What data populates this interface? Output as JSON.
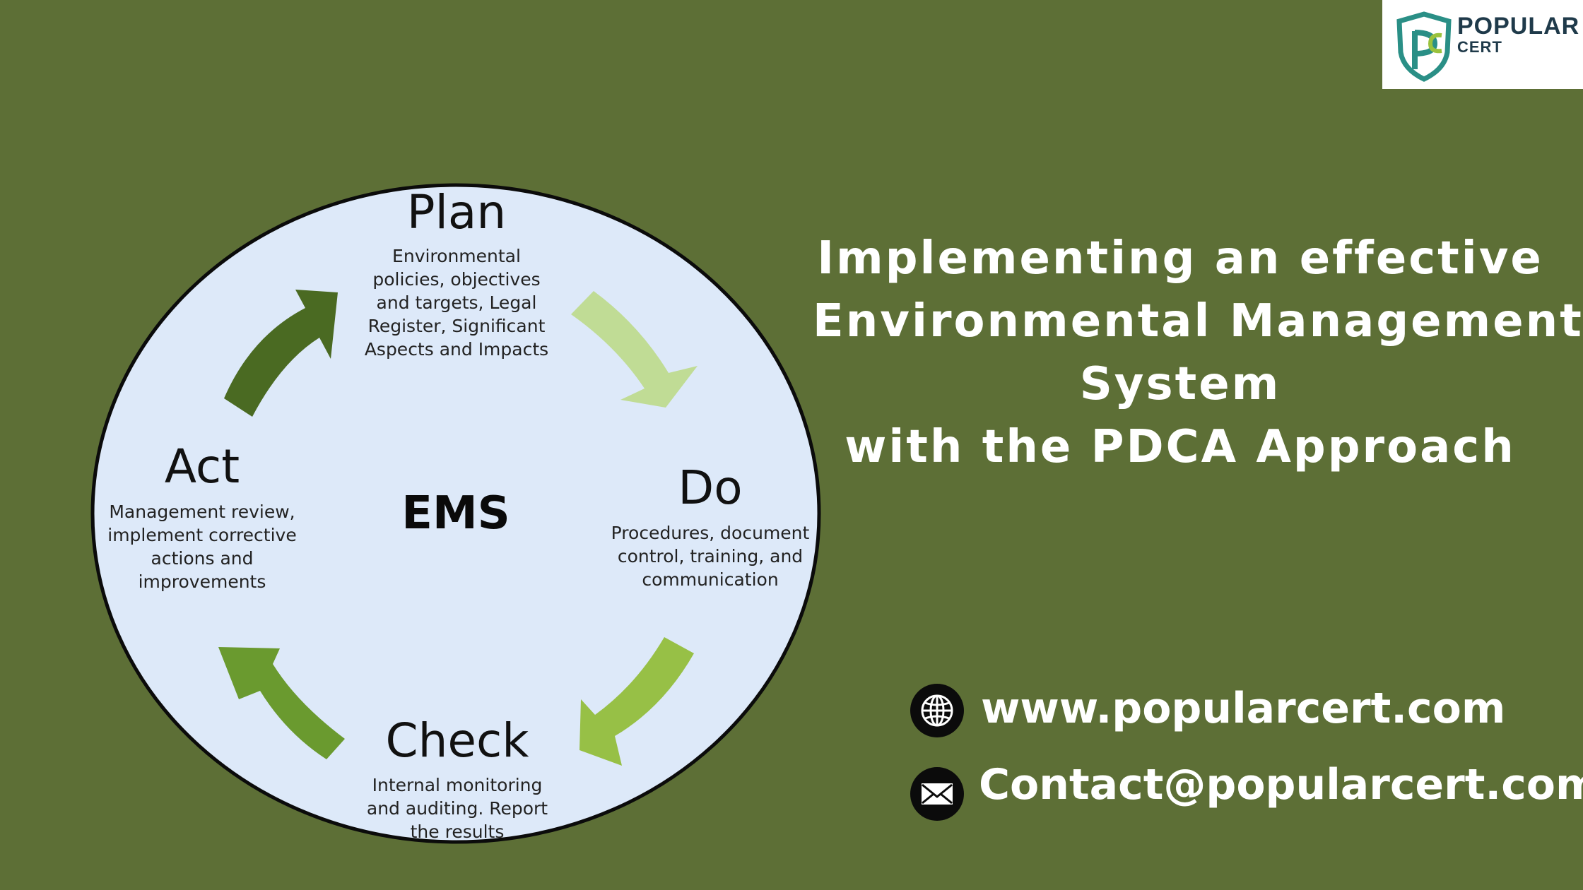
{
  "logo": {
    "word1": "POPULAR",
    "word2": "CERT",
    "mark_colors": {
      "teal": "#2a8f86",
      "green": "#9ac23c"
    }
  },
  "diagram": {
    "center": "EMS",
    "phases": [
      {
        "title": "Plan",
        "desc_lines": [
          "Environmental",
          "policies, objectives",
          "and targets, Legal",
          "Register, Significant",
          "Aspects and Impacts"
        ]
      },
      {
        "title": "Do",
        "desc_lines": [
          "Procedures, document",
          "control, training, and",
          "communication"
        ]
      },
      {
        "title": "Check",
        "desc_lines": [
          "Internal monitoring",
          "and auditing. Report",
          "the results"
        ]
      },
      {
        "title": "Act",
        "desc_lines": [
          "Management review,",
          "implement corrective",
          "actions and",
          "improvements"
        ]
      }
    ],
    "colors": {
      "circle_fill": "#dde9f9",
      "arrow_plan_do": "#c0dc95",
      "arrow_do_check": "#97c046",
      "arrow_check_act": "#6a9a2f",
      "arrow_act_plan": "#4a6a22"
    }
  },
  "heading": {
    "lines": [
      "Implementing an effective",
      "Environmental Management",
      "System",
      "with the PDCA Approach"
    ]
  },
  "contacts": {
    "website": "www.popularcert.com",
    "email": "Contact@popularcert.com",
    "website_icon": "globe-icon",
    "email_icon": "envelope-icon"
  },
  "background": "#5d6f36"
}
